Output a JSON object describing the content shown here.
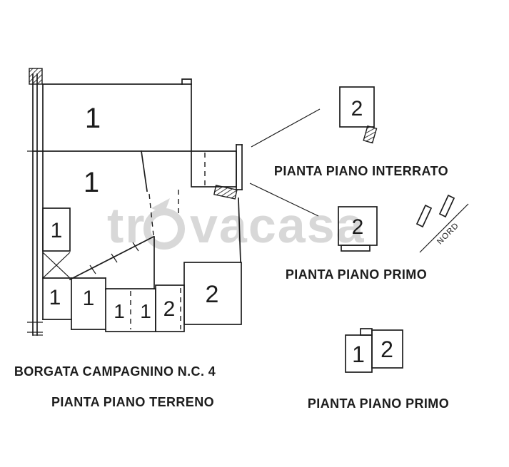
{
  "colors": {
    "ink": "#1c1c1c",
    "watermark": "#d8d8d8",
    "background": "#ffffff"
  },
  "watermark": {
    "full": "trovacasa",
    "part1": "tr",
    "part2": "vacasa"
  },
  "north": {
    "label": "NORD"
  },
  "plans": {
    "terreno": {
      "address": "BORGATA CAMPAGNINO N.C. 4",
      "caption": "PIANTA PIANO TERRENO",
      "room_labels": [
        "1",
        "1",
        "1",
        "1",
        "1",
        "1",
        "1",
        "2",
        "2"
      ]
    },
    "interrato": {
      "caption": "PIANTA PIANO INTERRATO",
      "room_labels": [
        "2"
      ]
    },
    "primo_mid": {
      "caption": "PIANTA PIANO PRIMO",
      "room_labels": [
        "2"
      ]
    },
    "primo_bottom": {
      "caption": "PIANTA PIANO PRIMO",
      "room_labels": [
        "1",
        "2"
      ]
    }
  }
}
